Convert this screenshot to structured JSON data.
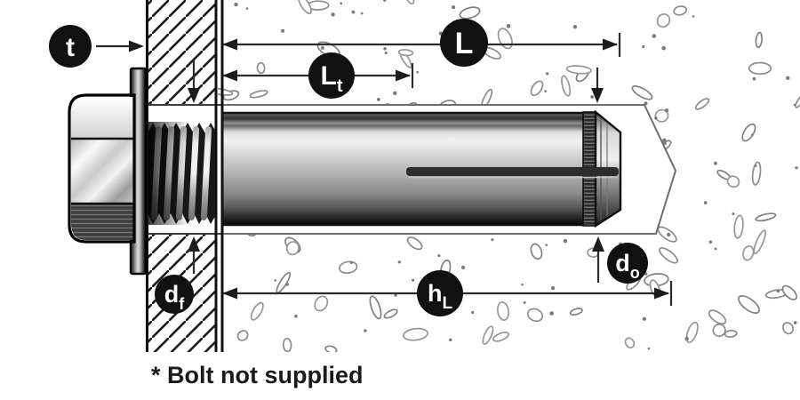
{
  "note": "* Bolt not supplied",
  "labels": {
    "t": {
      "main": "t",
      "sub": ""
    },
    "L": {
      "main": "L",
      "sub": ""
    },
    "Lt": {
      "main": "L",
      "sub": "t"
    },
    "df": {
      "main": "d",
      "sub": "f"
    },
    "hL": {
      "main": "h",
      "sub": "L"
    },
    "do": {
      "main": "d",
      "sub": "o"
    }
  },
  "colors": {
    "label_circle": "#111111",
    "dimension_line": "#2b2b2b",
    "hatch_line": "#1c1c1c",
    "aggregate_outline": "#8a8a8a",
    "hole_outline": "#6e6e6e",
    "note_text": "#1a1a1a"
  }
}
